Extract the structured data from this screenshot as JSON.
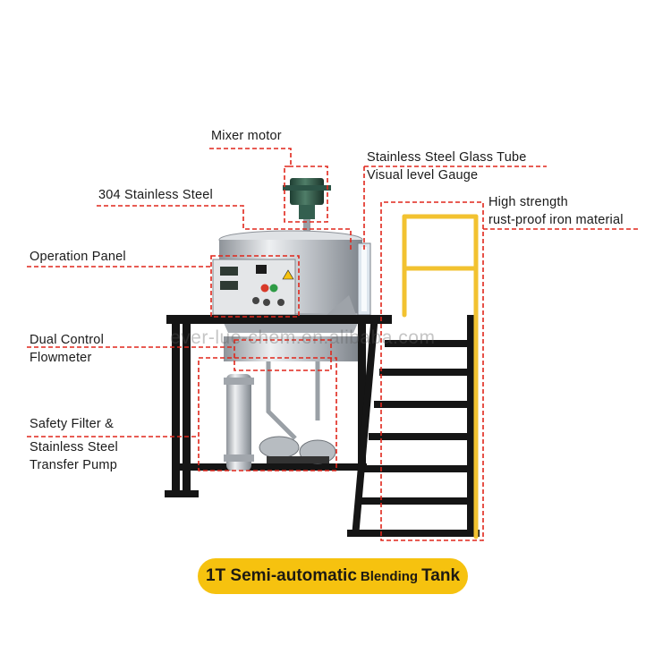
{
  "labels": {
    "mixer_motor": "Mixer motor",
    "glass_tube_line1": "Stainless Steel Glass Tube",
    "glass_tube_line2": "Visual level Gauge",
    "stainless_304": "304 Stainless Steel",
    "high_strength_line1": "High strength",
    "high_strength_line2": "rust-proof iron material",
    "operation_panel": "Operation Panel",
    "dual_control_line1": "Dual Control",
    "dual_control_line2": "Flowmeter",
    "safety_filter_line1": "Safety Filter  &",
    "safety_filter_line2": "Stainless Steel",
    "safety_filter_line3": "Transfer Pump"
  },
  "watermark": "ever-lue-chem.en.alibaba.com",
  "title": {
    "part1": "1T Semi-automatic",
    "part2": "Blending",
    "part3": "Tank"
  },
  "colors": {
    "callout_line": "#e0261b",
    "title_background": "#f6c20f",
    "railing": "#f2c230",
    "frame": "#151515",
    "steel": "#c9ccd0"
  }
}
